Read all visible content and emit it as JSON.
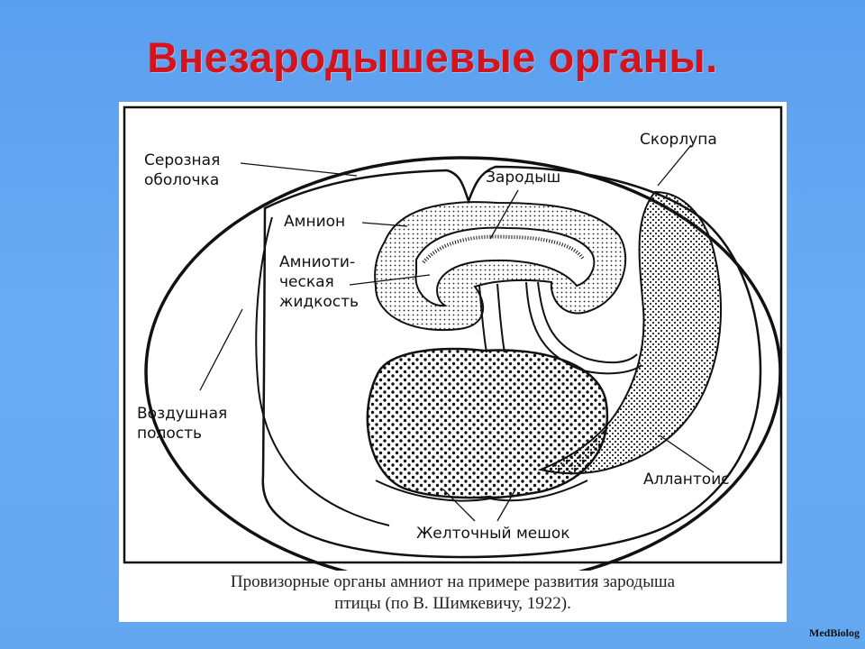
{
  "slide": {
    "title": "Внезародышевые органы.",
    "watermark": "MedBiolog"
  },
  "diagram": {
    "labels": {
      "serous_1": "Серозная",
      "serous_2": "оболочка",
      "shell": "Скорлупа",
      "embryo": "Зародыш",
      "amnion": "Амнион",
      "amniotic_1": "Амниоти-",
      "amniotic_2": "ческая",
      "amniotic_3": "жидкость",
      "air_1": "Воздушная",
      "air_2": "полость",
      "allantois": "Аллантоис",
      "yolk": "Желточный мешок"
    },
    "caption": {
      "line1": "Провизорные органы амниот на примере развития зародыша",
      "line2": "птицы (по В. Шимкевичу, 1922)."
    }
  }
}
